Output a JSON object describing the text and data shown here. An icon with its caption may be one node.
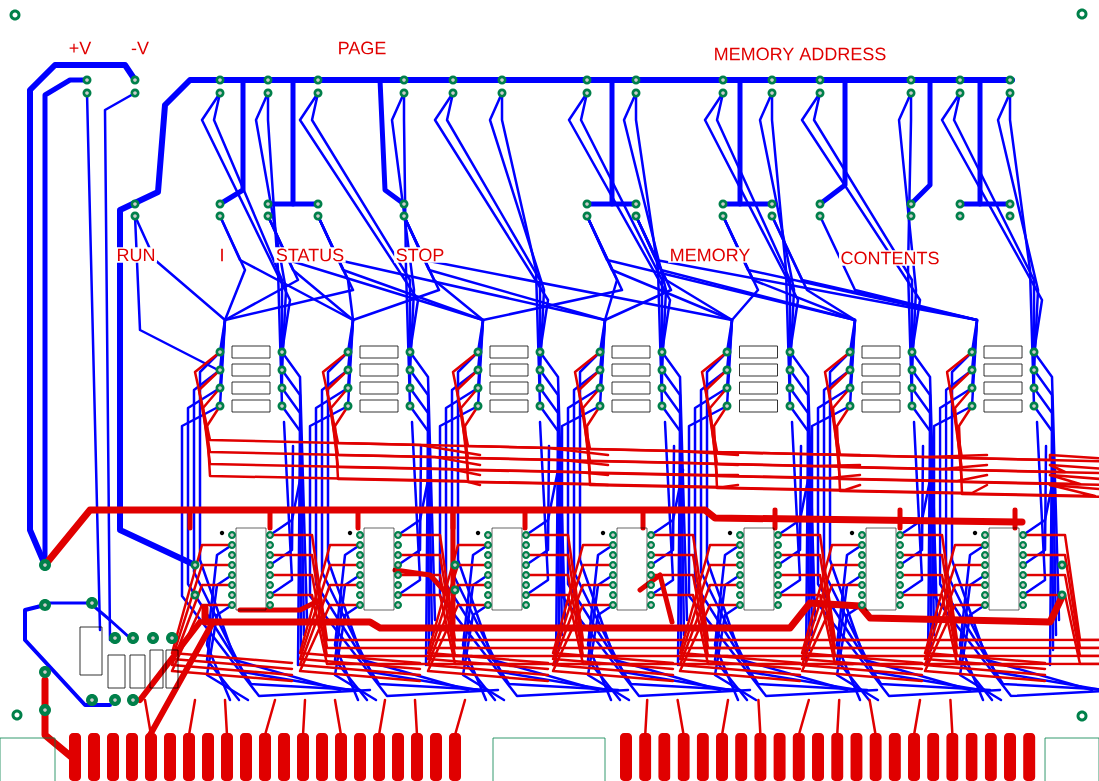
{
  "diagram": {
    "labels": [
      "+V",
      "-V",
      "PAGE",
      "MEMORY ADDRESS",
      "RUN",
      "I",
      "STATUS",
      "STOP",
      "MEMORY",
      "CONTENTS"
    ]
  }
}
